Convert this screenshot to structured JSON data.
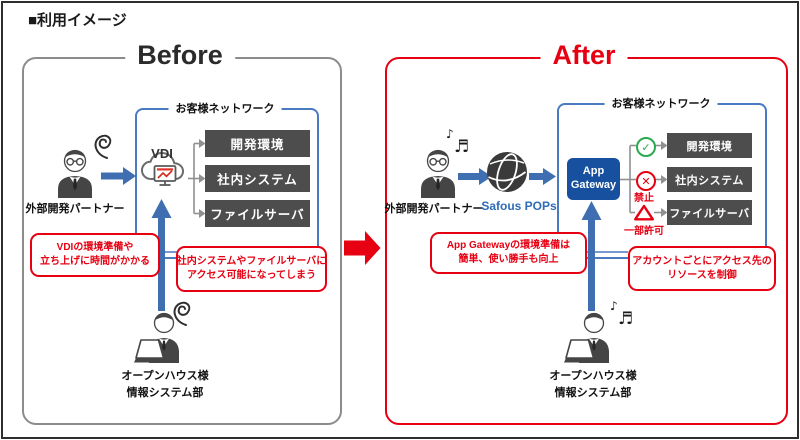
{
  "page": {
    "title": "■利用イメージ"
  },
  "before": {
    "title": "Before",
    "network_label": "お客様ネットワーク",
    "vdi_label": "VDI",
    "partner_label": "外部開発パートナー",
    "systems": [
      "開発環境",
      "社内システム",
      "ファイルサーバ"
    ],
    "callout_vdi": {
      "line1": "VDIの環境準備や",
      "line2": "立ち上げに時間がかかる"
    },
    "callout_access": {
      "line1": "社内システムやファイルサーバに",
      "line2": "アクセス可能になってしまう"
    },
    "it_dept": {
      "line1": "オープンハウス様",
      "line2": "情報システム部"
    }
  },
  "after": {
    "title": "After",
    "network_label": "お客様ネットワーク",
    "partner_label": "外部開発パートナー",
    "pops_label": "Safous POPs",
    "gateway_label": {
      "line1": "App",
      "line2": "Gateway"
    },
    "systems": [
      "開発環境",
      "社内システム",
      "ファイルサーバ"
    ],
    "access": {
      "deny_label": "禁止",
      "partial_label": "一部許可"
    },
    "callout_gateway": {
      "line1": "App Gatewayの環境準備は",
      "line2": "簡単、使い勝手も向上"
    },
    "callout_account": {
      "line1": "アカウントごとにアクセス先の",
      "line2": "リソースを制御"
    },
    "it_dept": {
      "line1": "オープンハウス様",
      "line2": "情報システム部"
    }
  },
  "icons": {
    "allow_glyph": "✓",
    "deny_glyph": "✕"
  },
  "colors": {
    "accent_red": "#e60012",
    "arrow_blue": "#3f6fb0",
    "network_border_blue": "#4a7ac0",
    "dark_box_gray": "#4d4d4d",
    "gateway_blue": "#17509e",
    "pops_text_blue": "#2e6cb8",
    "allow_green": "#2ba94f",
    "connector_gray": "#909090"
  }
}
